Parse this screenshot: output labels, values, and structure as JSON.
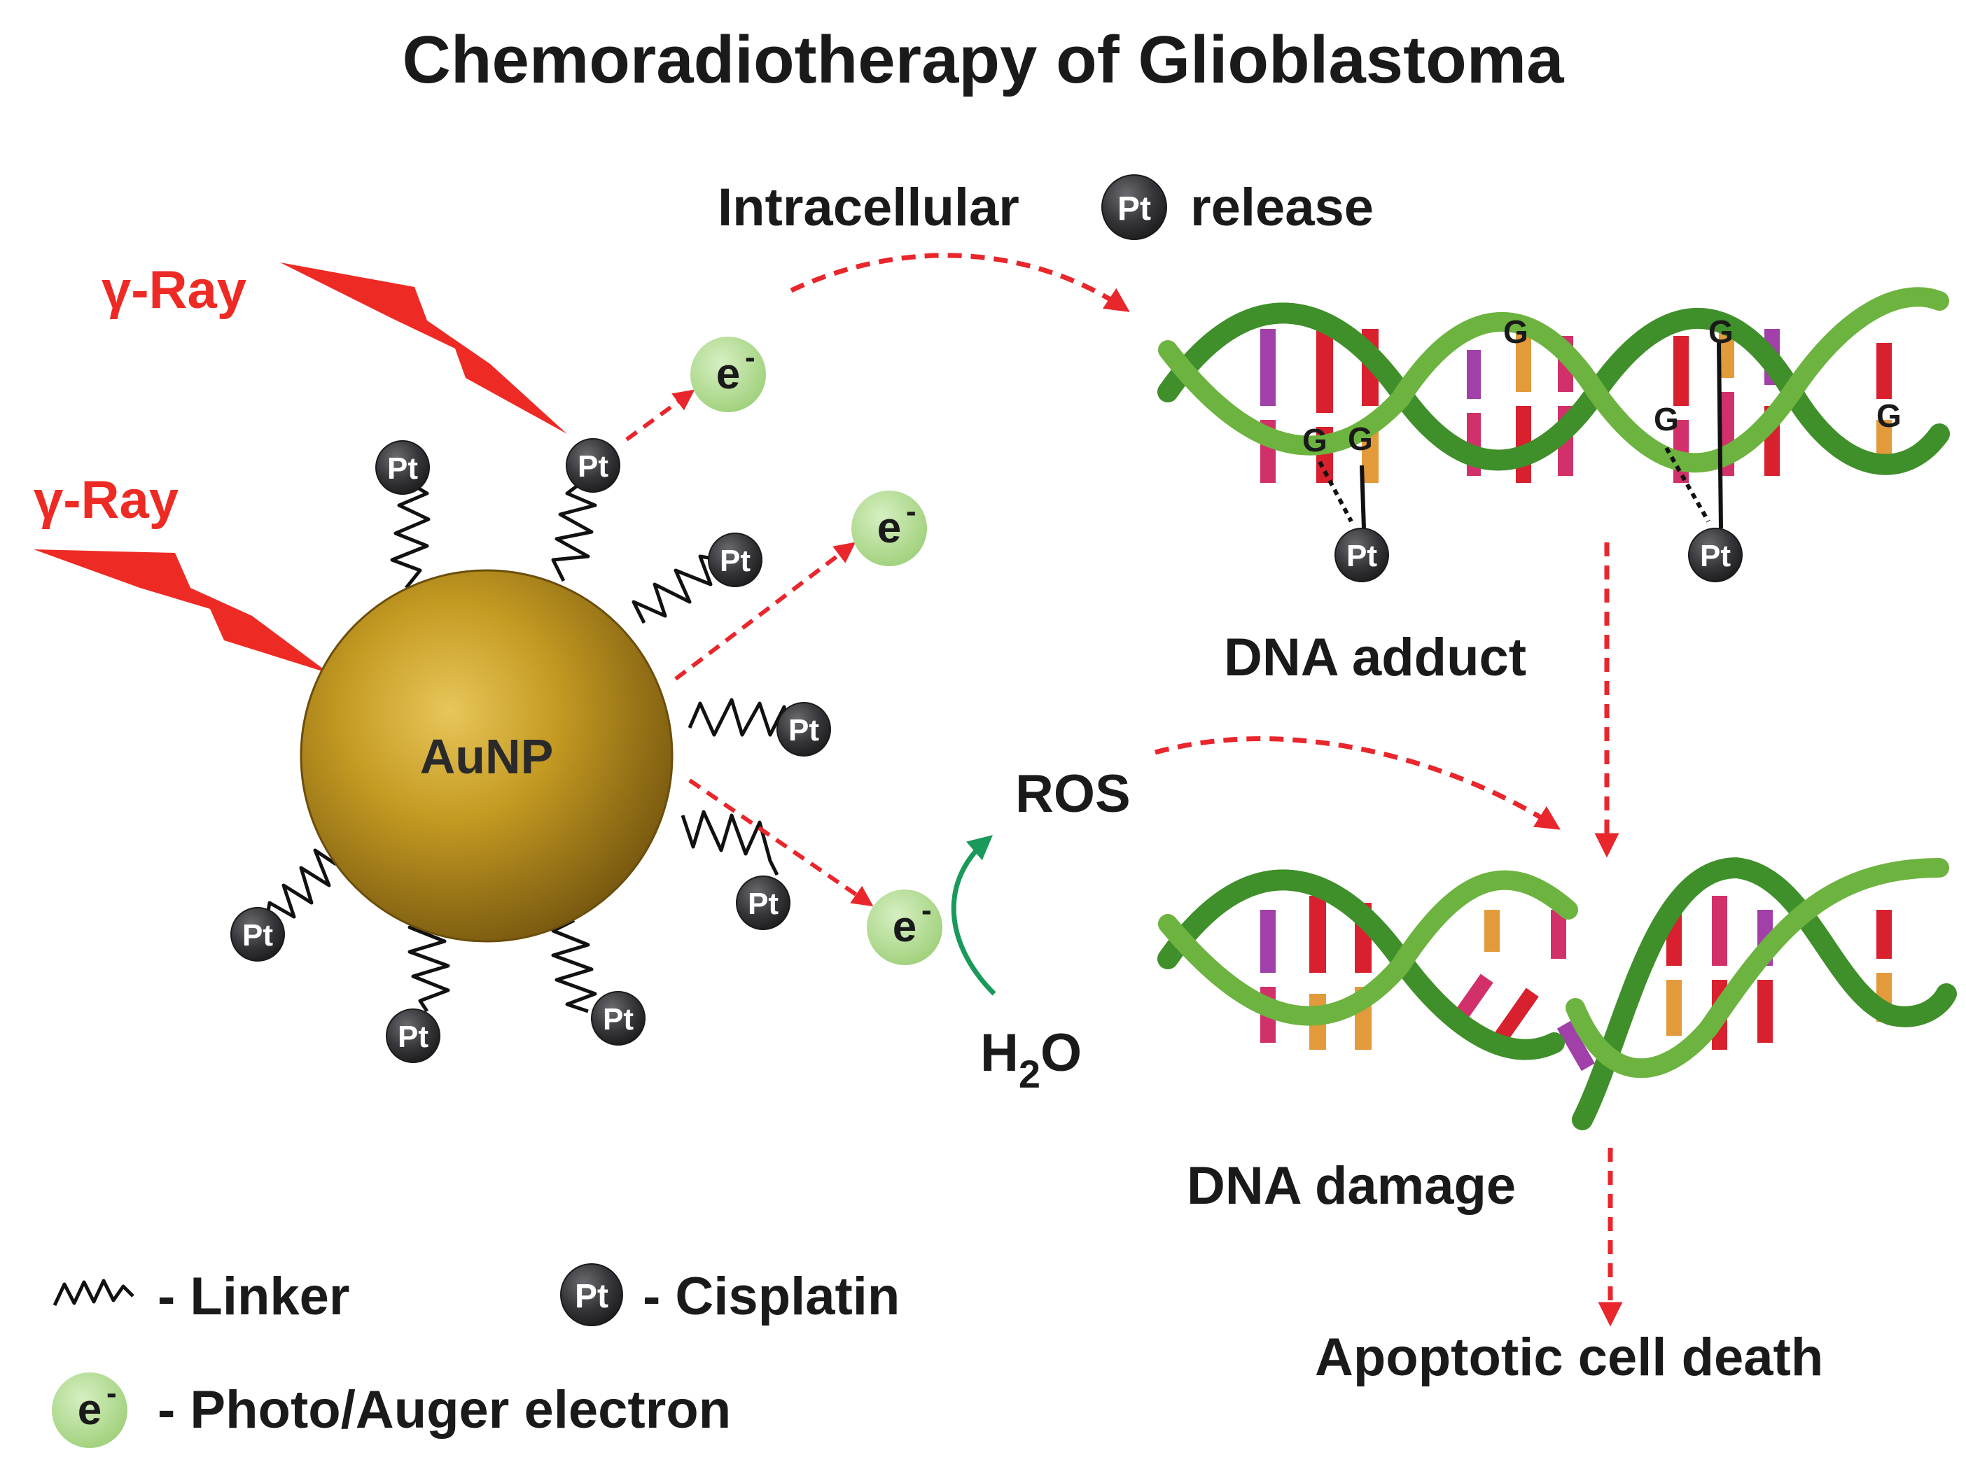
{
  "title": "Chemoradiotherapy of Glioblastoma",
  "gamma_ray_label": "γ-Ray",
  "nanoparticle_label": "AuNP",
  "platinum_symbol": "Pt",
  "electron_symbol": "e",
  "electron_charge": "-",
  "intracellular_release": {
    "before": "Intracellular",
    "after": "release"
  },
  "guanine_label": "G",
  "dna_adduct_label": "DNA adduct",
  "ros_label": "ROS",
  "water_label": {
    "h": "H",
    "sub": "2",
    "o": "O"
  },
  "dna_damage_label": "DNA damage",
  "apoptosis_label": "Apoptotic cell death",
  "legend": {
    "linker": "- Linker",
    "cisplatin": "- Cisplatin",
    "electron": "- Photo/Auger electron"
  },
  "colors": {
    "ray": "#ee2a24",
    "arrow": "#e8262b",
    "ros_arrow": "#1a9a5a",
    "dna_backbone": "#6db33f",
    "dna_backbone_dark": "#3f8f2a",
    "base_red": "#d9202e",
    "base_pink": "#d2306b",
    "base_purple": "#a040a8",
    "base_orange": "#e39a3a",
    "pt_ball": "#3a3a3d",
    "electron_ball": "#b7dd9a",
    "gold": "#b8901e"
  }
}
